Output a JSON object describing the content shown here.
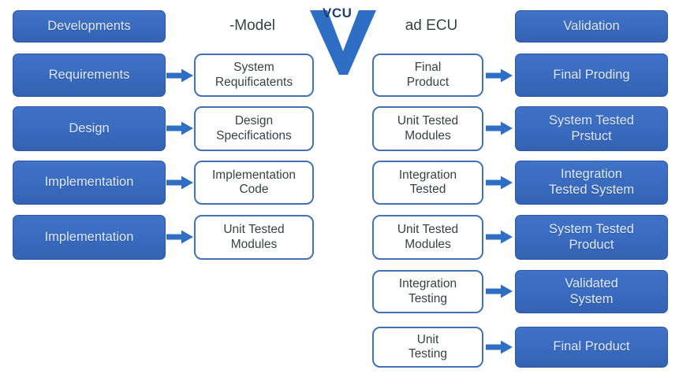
{
  "diagram": {
    "v_mark": {
      "label": "VCU"
    },
    "headers": {
      "left": "-Model",
      "right": "ad ECU"
    },
    "colors": {
      "blue_box_fill": "#3a6cc0",
      "blue_box_border": "#2a58a4",
      "white_box_border": "#4272b4",
      "arrow": "#2e6ec4",
      "v_glyph": "#2e6ec4",
      "dark_text": "#3b4046",
      "light_text": "#dfeafa",
      "vcu_text": "#1f3f70"
    },
    "left_phases": [
      "Developments",
      "Requirements",
      "Design",
      "Implementation",
      "Implementation"
    ],
    "left_artifacts": [
      "System\nRequificatents",
      "Design\nSpecifications",
      "Implementation\nCode",
      "Unit Tested\nModules"
    ],
    "right_tests": [
      "Final\nProduct",
      "Unit Tested\nModules",
      "Integration\nTested",
      "Unit Tested\nModules",
      "Integration\nTesting",
      "Unit\nTesting"
    ],
    "right_results": [
      "Validation",
      "Final Proding",
      "System Tested\nPrstuct",
      "Integration\nTested System",
      "System Tested\nProduct",
      "Validated\nSystem",
      "Final Product"
    ]
  }
}
